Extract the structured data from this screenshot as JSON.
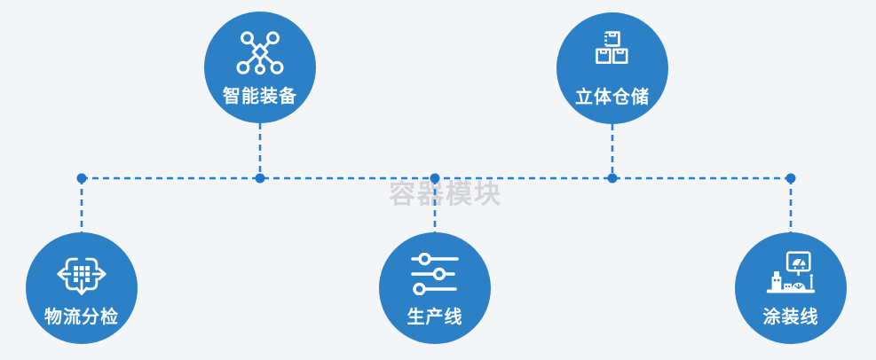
{
  "watermark": {
    "text": "容器模块"
  },
  "colors": {
    "background": "#f4f5f7",
    "node_fill": "#2b80c6",
    "connector_dash": "#2a7ed2",
    "junction_dot": "#1f76cb",
    "icon_stroke": "#ffffff",
    "label_color": "#ffffff",
    "watermark_color": "#aaadb2"
  },
  "nodes": [
    {
      "label": "智能装备",
      "icon": "network-nodes-icon"
    },
    {
      "label": "立体仓储",
      "icon": "stacked-boxes-icon"
    },
    {
      "label": "物流分检",
      "icon": "sorting-arrows-icon"
    },
    {
      "label": "生产线",
      "icon": "sliders-icon"
    },
    {
      "label": "涂装线",
      "icon": "coating-machine-icon"
    }
  ]
}
